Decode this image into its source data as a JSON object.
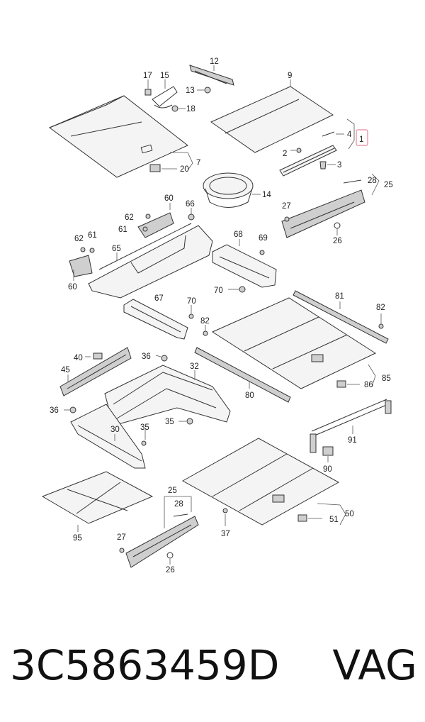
{
  "part_number": "3C5863459D",
  "brand": "VAG",
  "highlighted_callout": "1",
  "callouts": {
    "c1": "1",
    "c2": "2",
    "c3": "3",
    "c4": "4",
    "c7": "7",
    "c9": "9",
    "c12": "12",
    "c13": "13",
    "c14": "14",
    "c15": "15",
    "c17": "17",
    "c18": "18",
    "c20": "20",
    "c25a": "25",
    "c25b": "25",
    "c26a": "26",
    "c26b": "26",
    "c27a": "27",
    "c27b": "27",
    "c28a": "28",
    "c28b": "28",
    "c30": "30",
    "c32": "32",
    "c35a": "35",
    "c35b": "35",
    "c36a": "36",
    "c36b": "36",
    "c37": "37",
    "c40": "40",
    "c45": "45",
    "c50": "50",
    "c51": "51",
    "c60a": "60",
    "c60b": "60",
    "c61a": "61",
    "c61b": "61",
    "c62a": "62",
    "c62b": "62",
    "c65": "65",
    "c66": "66",
    "c67": "67",
    "c68": "68",
    "c69": "69",
    "c70a": "70",
    "c70b": "70",
    "c80": "80",
    "c81": "81",
    "c82a": "82",
    "c82b": "82",
    "c85": "85",
    "c86": "86",
    "c90": "90",
    "c91": "91",
    "c95": "95"
  },
  "colors": {
    "highlight": "#e6889a",
    "line": "#333333",
    "text": "#222222"
  }
}
